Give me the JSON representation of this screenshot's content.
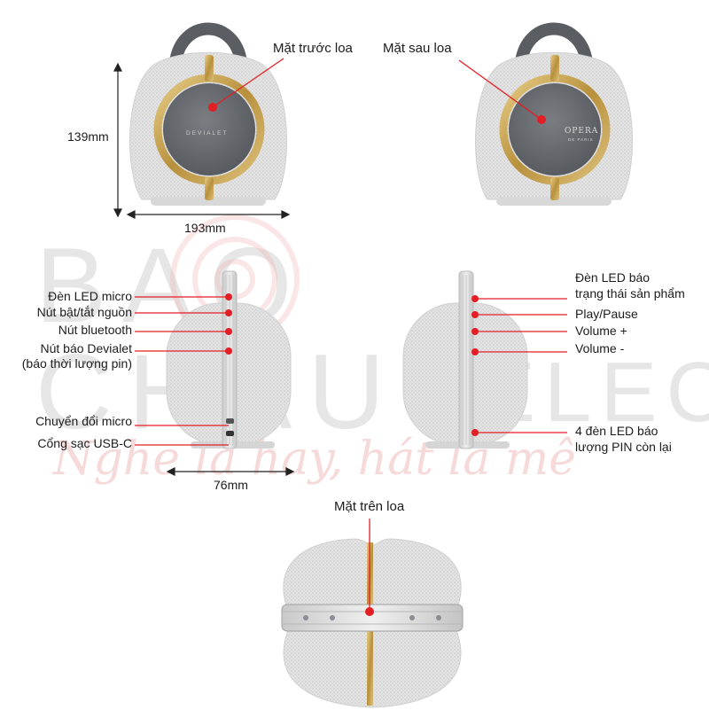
{
  "watermark": {
    "brand_main": "BAO CHAU",
    "brand_sub": "ELEC",
    "slogan": "Nghe là hay, hát là mê"
  },
  "top_views": {
    "front_label": "Mặt trước loa",
    "back_label": "Mặt sau loa",
    "height_dim": "139mm",
    "width_dim": "193mm",
    "front_logo": "DEVIALET",
    "back_logo": "OPERA",
    "back_logo_sub": "DE PARIS"
  },
  "side_left": {
    "labels": [
      "Đèn LED micro",
      "Nút bật/tắt nguồn",
      "Nút bluetooth",
      "Nút báo Devialet",
      "(báo thời lượng pin)",
      "Chuyển đổi micro",
      "Cổng sạc USB-C"
    ],
    "depth_dim": "76mm"
  },
  "side_right": {
    "labels": [
      "Đèn LED báo",
      "trạng thái sản phẩm",
      "Play/Pause",
      "Volume +",
      "Volume -",
      "4 đèn LED báo",
      "lượng PIN còn lại"
    ]
  },
  "top_view": {
    "label": "Mặt trên loa"
  },
  "colors": {
    "marker_red": "#e31e24",
    "gold": "#c9a64a",
    "fabric": "#e3e3e3",
    "handle": "#5a5d62",
    "face": "#6a6e73"
  }
}
